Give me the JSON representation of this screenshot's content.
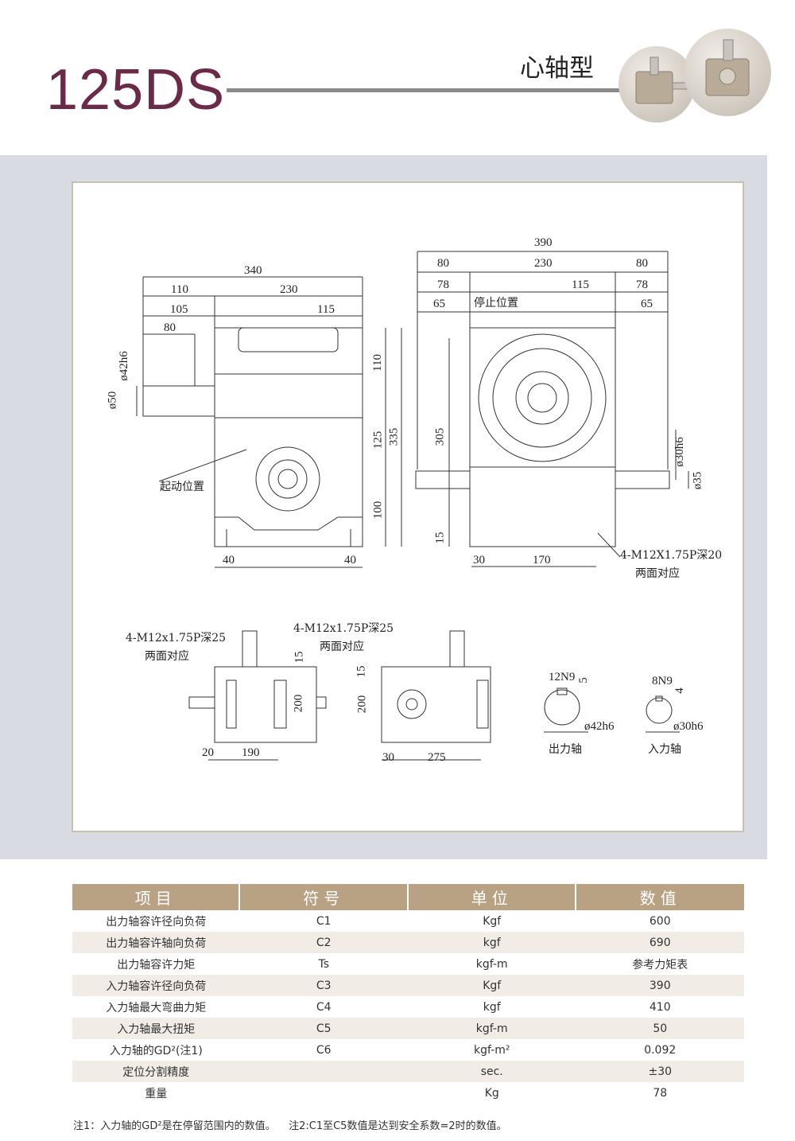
{
  "header": {
    "model": "125DS",
    "subtitle": "心轴型",
    "photo_1": "product-photo",
    "photo_2": "product-photo"
  },
  "drawing": {
    "front_view": {
      "dims_top": [
        "340",
        "110",
        "230",
        "105",
        "115",
        "80"
      ],
      "dims_left": [
        "ø42h6",
        "ø50"
      ],
      "dims_right": [
        "110",
        "125",
        "335",
        "100"
      ],
      "dims_bottom": [
        "40",
        "40"
      ],
      "label_start": "起动位置"
    },
    "side_view": {
      "dims_top": [
        "390",
        "80",
        "230",
        "80",
        "78",
        "115",
        "78",
        "65",
        "65"
      ],
      "label_stop": "停止位置",
      "dims_left": [
        "305",
        "15"
      ],
      "dims_right": [
        "ø30h6",
        "ø35"
      ],
      "dims_bottom": [
        "30",
        "170"
      ],
      "note_line1": "4-M12X1.75P深20",
      "note_line2": "两面对应"
    },
    "bottom_view_1": {
      "note_line1": "4-M12x1.75P深25",
      "note_line2": "两面对应",
      "dims": [
        "15",
        "200",
        "20",
        "190"
      ]
    },
    "bottom_view_2": {
      "note_line1": "4-M12x1.75P深25",
      "note_line2": "两面对应",
      "dims": [
        "15",
        "200",
        "30",
        "275"
      ]
    },
    "output_shaft": {
      "key": "12N9",
      "depth": "5",
      "dia": "ø42h6",
      "label": "出力轴"
    },
    "input_shaft": {
      "key": "8N9",
      "depth": "4",
      "dia": "ø30h6",
      "label": "入力轴"
    }
  },
  "table": {
    "headers": [
      "项目",
      "符号",
      "单位",
      "数值"
    ],
    "rows": [
      {
        "item": "出力轴容许径向负荷",
        "symbol": "C1",
        "unit": "Kgf",
        "value": "600"
      },
      {
        "item": "出力轴容许轴向负荷",
        "symbol": "C2",
        "unit": "kgf",
        "value": "690"
      },
      {
        "item": "出力轴容许力矩",
        "symbol": "Ts",
        "unit": "kgf-m",
        "value": "参考力矩表"
      },
      {
        "item": "入力轴容许径向负荷",
        "symbol": "C3",
        "unit": "Kgf",
        "value": "390"
      },
      {
        "item": "入力轴最大弯曲力矩",
        "symbol": "C4",
        "unit": "kgf",
        "value": "410"
      },
      {
        "item": "入力轴最大扭矩",
        "symbol": "C5",
        "unit": "kgf-m",
        "value": "50"
      },
      {
        "item": "入力轴的GD²(注1)",
        "symbol": "C6",
        "unit": "kgf-m²",
        "value": "0.092"
      },
      {
        "item": "定位分割精度",
        "symbol": "",
        "unit": "sec.",
        "value": "±30"
      },
      {
        "item": "重量",
        "symbol": "",
        "unit": "Kg",
        "value": "78"
      }
    ]
  },
  "notes": {
    "note1": "注1：入力轴的GD²是在停留范围内的数值。",
    "note2": "注2:C1至C5数值是达到安全系数=2时的数值。"
  }
}
